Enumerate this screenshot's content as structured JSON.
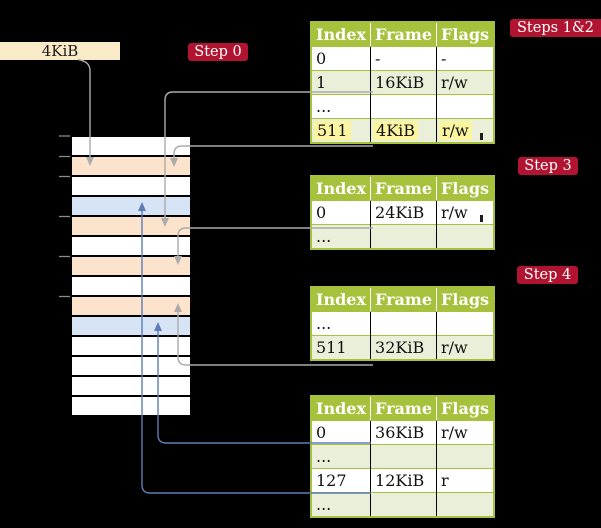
{
  "colors": {
    "background": "#000000",
    "badge": "#B01431",
    "badge_text": "#FFFFFF",
    "table_green": "#A6C23C",
    "row_green": "#E9EFD8",
    "row_white": "#FFFFFF",
    "highlight_yellow": "#FBF5A0",
    "frame_peach": "#FCE4CC",
    "frame_blue": "#D7E4F5",
    "source_box_fill": "#FAEBC8",
    "connector_gray": "#ABABAB",
    "connector_blue": "#5C7DB8",
    "tick_gray": "#8A8A8A"
  },
  "source_box": {
    "label": "4KiB"
  },
  "badges": {
    "step0": "Step 0",
    "steps12": "Steps 1&2",
    "step3": "Step 3",
    "step4": "Step 4"
  },
  "table_headers": [
    "Index",
    "Frame",
    "Flags"
  ],
  "tables": [
    {
      "name": "page-table-steps-1-2",
      "rows": [
        {
          "cells": [
            "0",
            "-",
            "-"
          ],
          "shaded": false,
          "highlighted": false
        },
        {
          "cells": [
            "1",
            "16KiB",
            "r/w"
          ],
          "shaded": true,
          "highlighted": false
        },
        {
          "cells": [
            "...",
            "",
            ""
          ],
          "shaded": false,
          "highlighted": false
        },
        {
          "cells": [
            "511",
            "4KiB",
            "r/w"
          ],
          "shaded": true,
          "highlighted": true
        }
      ]
    },
    {
      "name": "page-table-step-3",
      "rows": [
        {
          "cells": [
            "0",
            "24KiB",
            "r/w"
          ],
          "shaded": false,
          "highlighted": false
        },
        {
          "cells": [
            "...",
            "",
            ""
          ],
          "shaded": true,
          "highlighted": false
        }
      ]
    },
    {
      "name": "page-table-step-4-upper",
      "rows": [
        {
          "cells": [
            "...",
            "",
            ""
          ],
          "shaded": false,
          "highlighted": false
        },
        {
          "cells": [
            "511",
            "32KiB",
            "r/w"
          ],
          "shaded": true,
          "highlighted": false
        }
      ]
    },
    {
      "name": "page-table-step-4-lower",
      "rows": [
        {
          "cells": [
            "0",
            "36KiB",
            "r/w"
          ],
          "shaded": false,
          "highlighted": false
        },
        {
          "cells": [
            "...",
            "",
            ""
          ],
          "shaded": true,
          "highlighted": false
        },
        {
          "cells": [
            "127",
            "12KiB",
            "r"
          ],
          "shaded": false,
          "highlighted": false
        },
        {
          "cells": [
            "...",
            "",
            ""
          ],
          "shaded": true,
          "highlighted": false
        }
      ]
    }
  ],
  "memory_stack": {
    "rows": [
      "white",
      "peach",
      "white",
      "blue",
      "peach",
      "white",
      "peach",
      "white",
      "peach",
      "blue",
      "white",
      "white",
      "white",
      "white"
    ]
  },
  "connectors": [
    {
      "from": "source-box-4KiB",
      "to": "memory-frame-2",
      "color": "gray"
    },
    {
      "from": "table-steps-1-2-row-1-16KiB",
      "to": "memory-frame-5",
      "color": "gray"
    },
    {
      "from": "table-steps-1-2-row-511-4KiB",
      "to": "memory-frame-2",
      "color": "gray"
    },
    {
      "from": "table-step-3-row-0-24KiB",
      "to": "memory-frame-7",
      "color": "gray"
    },
    {
      "from": "table-step-4-row-511-32KiB",
      "to": "memory-frame-9",
      "color": "gray"
    },
    {
      "from": "table-step-4-row-0-36KiB",
      "to": "memory-frame-10",
      "color": "blue"
    },
    {
      "from": "table-step-4-row-127-12KiB",
      "to": "memory-frame-4",
      "color": "blue"
    }
  ]
}
